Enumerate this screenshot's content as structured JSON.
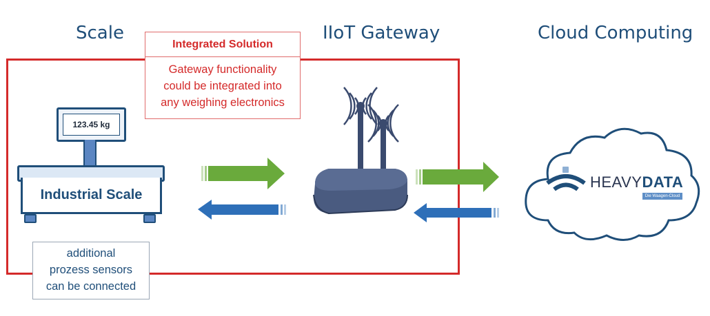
{
  "titles": {
    "scale": "Scale",
    "gateway": "IIoT Gateway",
    "cloud": "Cloud Computing"
  },
  "integrated": {
    "header": "Integrated Solution",
    "lines": [
      "Gateway functionality",
      "could be integrated into",
      "any weighing electronics"
    ]
  },
  "scale": {
    "display": "123.45 kg",
    "label": "Industrial Scale"
  },
  "sensors": {
    "lines": [
      "additional",
      "prozess sensors",
      "can be connected"
    ]
  },
  "cloud_logo": {
    "heavy": "HEAVY",
    "data": "DATA",
    "tagline": "Die Waagen-Cloud"
  },
  "colors": {
    "frame_red": "#d42a2a",
    "title_blue": "#1f4e79",
    "arrow_green": "#6aaa3c",
    "arrow_blue": "#2e6fb8",
    "gateway_body": "#3a4a6e"
  }
}
